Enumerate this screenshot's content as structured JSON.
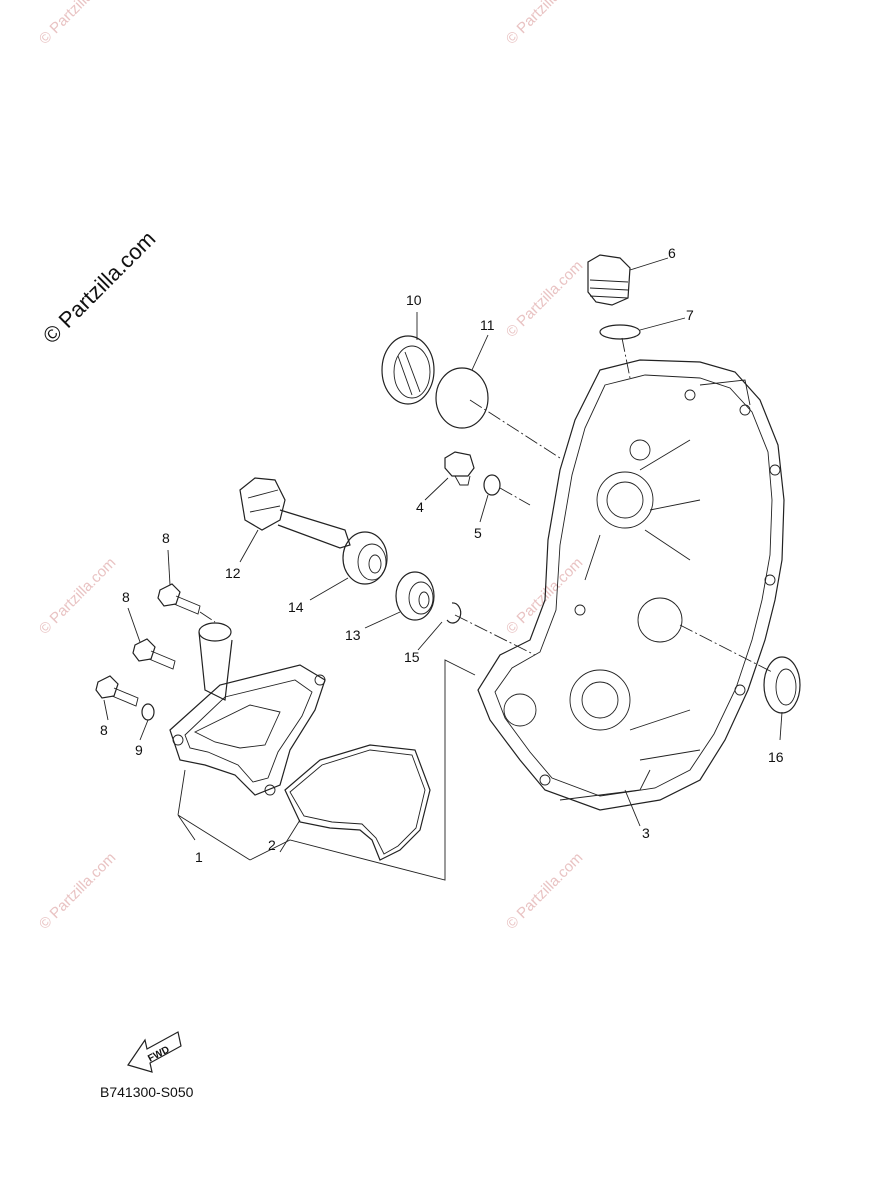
{
  "watermark": {
    "main_text": "© Partzilla.com",
    "repeat_text": "© Partzilla.com"
  },
  "diagram": {
    "code": "B741300-S050",
    "fwd_label": "FWD",
    "callouts": [
      "1",
      "2",
      "3",
      "4",
      "5",
      "6",
      "7",
      "8",
      "8",
      "8",
      "9",
      "10",
      "11",
      "12",
      "13",
      "14",
      "15",
      "16"
    ]
  },
  "colors": {
    "line": "#222222",
    "watermark": "#e9c3c3",
    "background": "#ffffff"
  }
}
